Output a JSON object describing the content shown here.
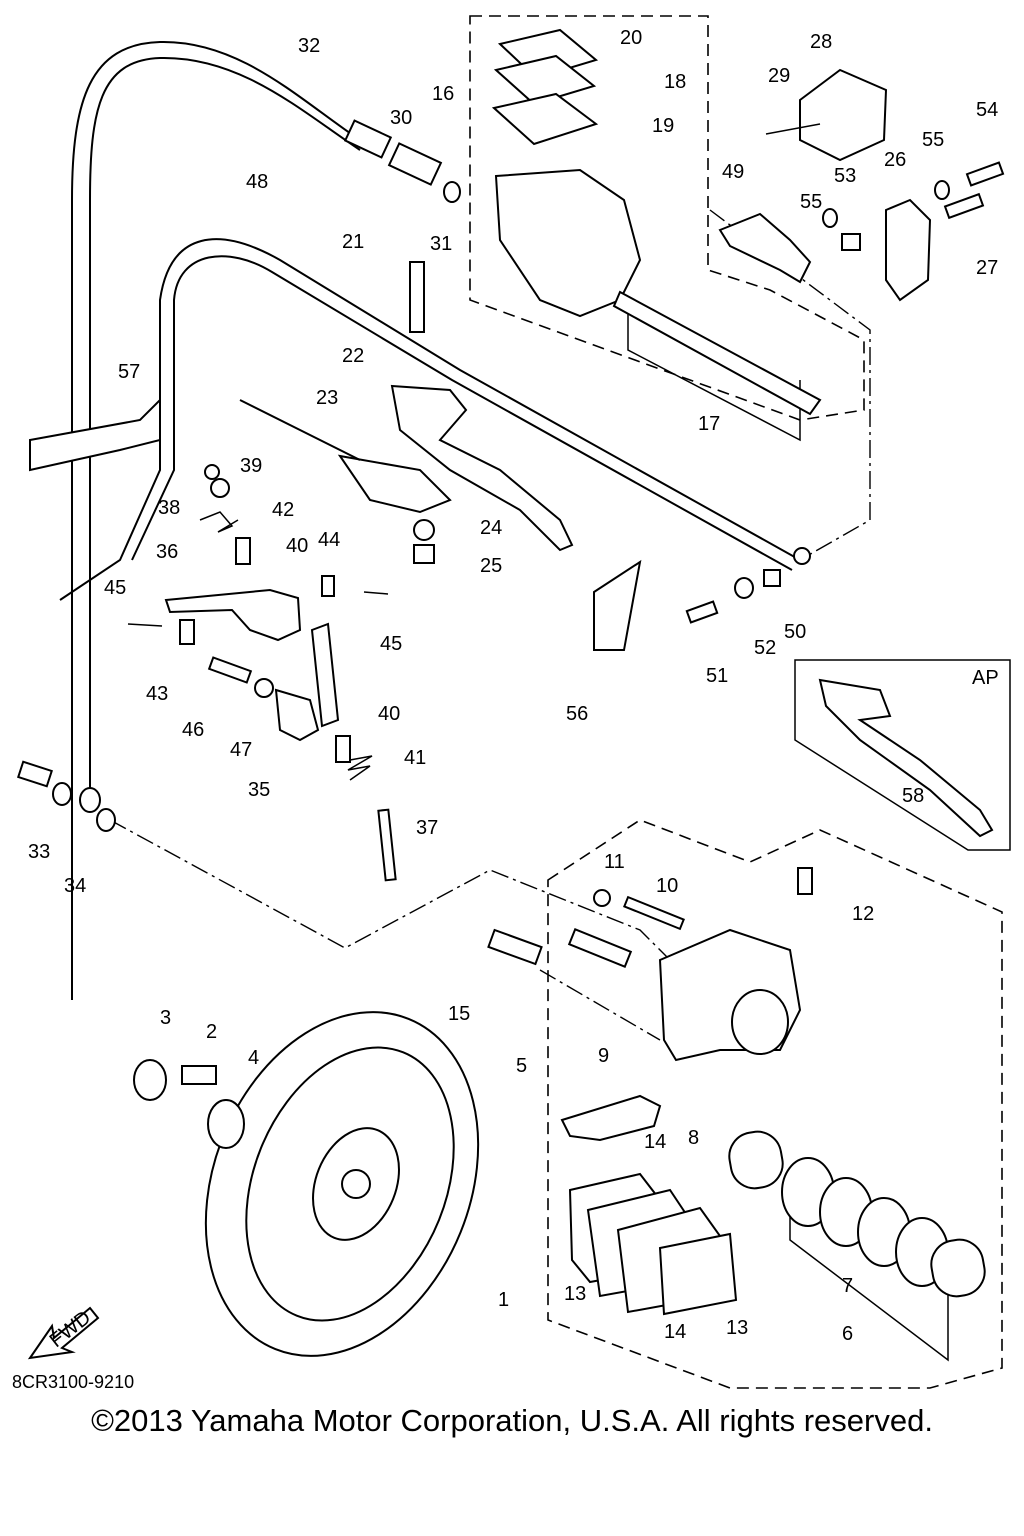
{
  "diagram": {
    "callouts": [
      "1",
      "2",
      "3",
      "4",
      "5",
      "6",
      "7",
      "8",
      "9",
      "10",
      "11",
      "12",
      "13",
      "14",
      "15",
      "16",
      "17",
      "18",
      "19",
      "20",
      "21",
      "22",
      "23",
      "24",
      "25",
      "26",
      "27",
      "28",
      "29",
      "30",
      "31",
      "32",
      "33",
      "34",
      "35",
      "36",
      "37",
      "38",
      "39",
      "40",
      "41",
      "42",
      "43",
      "44",
      "45",
      "46",
      "47",
      "48",
      "49",
      "50",
      "51",
      "52",
      "53",
      "54",
      "55",
      "56",
      "57",
      "58"
    ],
    "inset_label": "AP",
    "fwd_label": "FWD",
    "drawing_code": "8CR3100-9210"
  },
  "footer": {
    "copyright": "©2013 Yamaha Motor Corporation, U.S.A. All rights reserved."
  }
}
